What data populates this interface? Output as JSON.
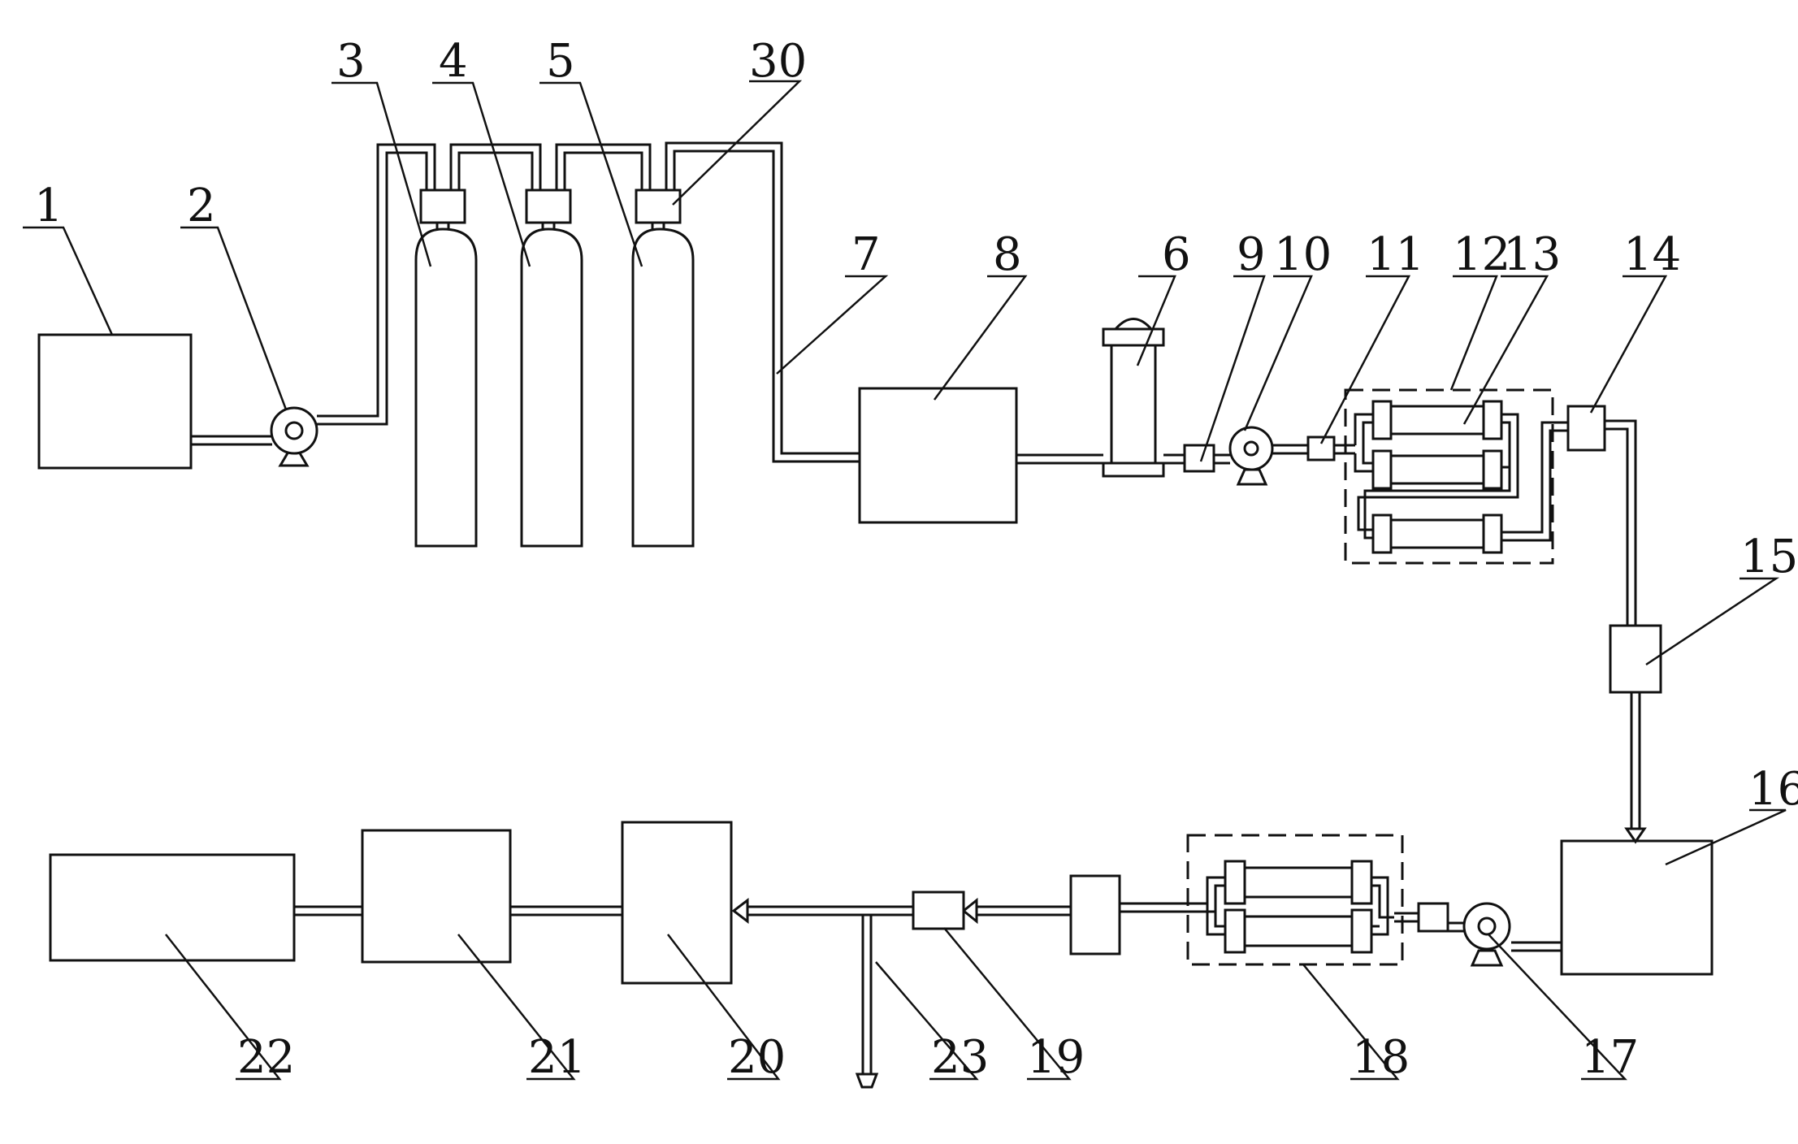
{
  "diagram": {
    "labels": [
      "1",
      "2",
      "3",
      "4",
      "5",
      "30",
      "6",
      "7",
      "8",
      "9",
      "10",
      "11",
      "12",
      "13",
      "14",
      "15",
      "16",
      "17",
      "18",
      "19",
      "20",
      "21",
      "22",
      "23"
    ]
  }
}
